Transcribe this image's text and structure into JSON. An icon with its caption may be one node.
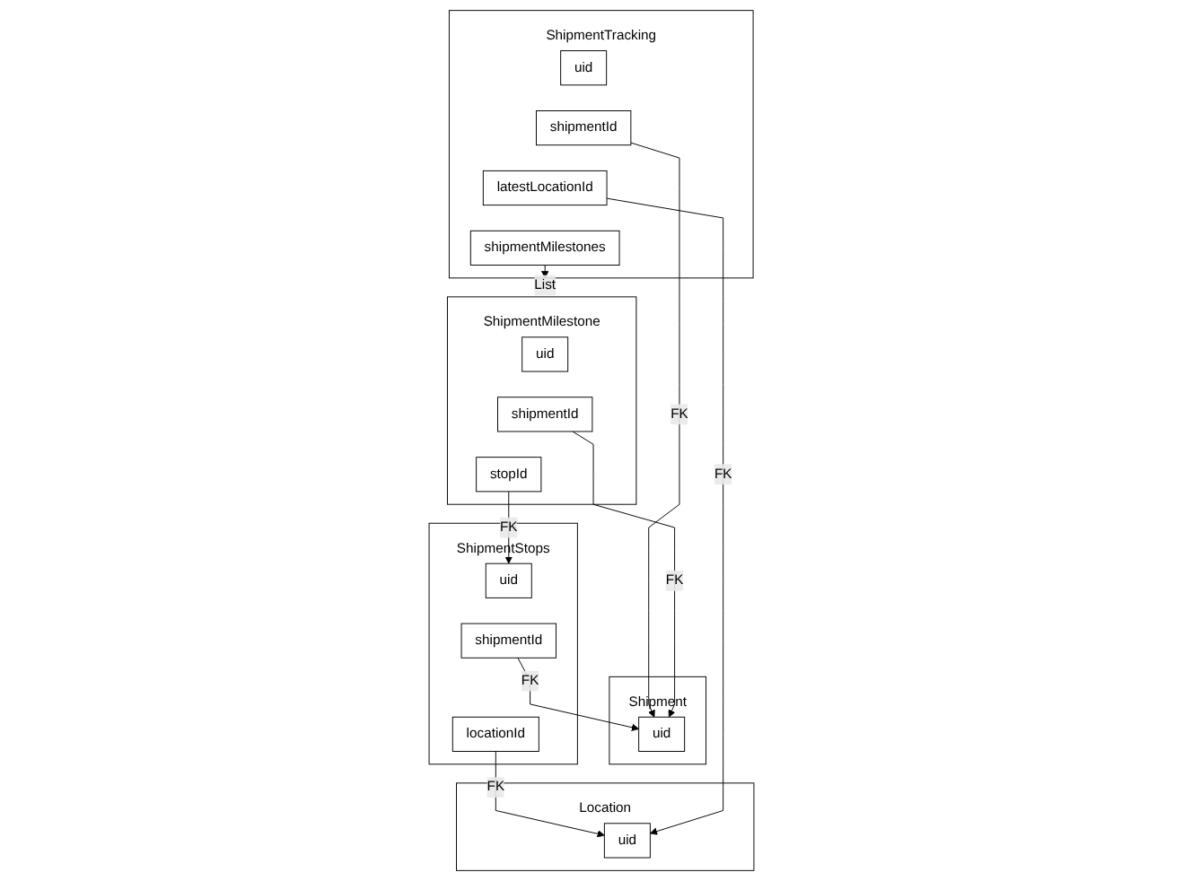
{
  "diagram": {
    "nodes": [
      {
        "text": [
          "Shipment"
        ]
      },
      {
        "text": [
          "uid"
        ],
        "in": 0
      },
      {
        "text": [
          "ShipmentTracking"
        ]
      },
      {
        "text": [
          "uid"
        ],
        "in": 2
      },
      {
        "text": [
          "shipmentId"
        ],
        "in": 2
      },
      {
        "text": [
          "latestLocationId"
        ],
        "in": 2
      },
      {
        "text": [
          "shipmentMilestones"
        ],
        "in": 2
      },
      {
        "text": [
          "ShipmentStops"
        ]
      },
      {
        "text": [
          "uid"
        ],
        "in": 7
      },
      {
        "text": [
          "shipmentId"
        ],
        "in": 7
      },
      {
        "text": [
          "locationId"
        ],
        "in": 7
      },
      {
        "text": [
          "ShipmentMilestone"
        ]
      },
      {
        "text": [
          "uid"
        ],
        "in": 11
      },
      {
        "text": [
          "shipmentId"
        ],
        "in": 11
      },
      {
        "text": [
          "stopId"
        ],
        "in": 11
      },
      {
        "text": [
          "Location"
        ]
      },
      {
        "text": [
          "uid"
        ],
        "in": 15
      }
    ],
    "edges": [
      {
        "from": 4,
        "to": 1,
        "arrow": "to",
        "label": "FK"
      },
      {
        "from": 13,
        "to": 1,
        "arrow": "to",
        "label": "FK"
      },
      {
        "from": 9,
        "to": 1,
        "arrow": "to",
        "label": "FK"
      },
      {
        "from": 6,
        "to": 11,
        "arrow": "to",
        "label": "List"
      },
      {
        "from": 14,
        "to": 8,
        "arrow": "to",
        "label": "FK"
      },
      {
        "from": 10,
        "to": 16,
        "arrow": "to",
        "label": "FK"
      },
      {
        "from": 5,
        "to": 16,
        "arrow": "to",
        "label": "FK"
      }
    ]
  }
}
